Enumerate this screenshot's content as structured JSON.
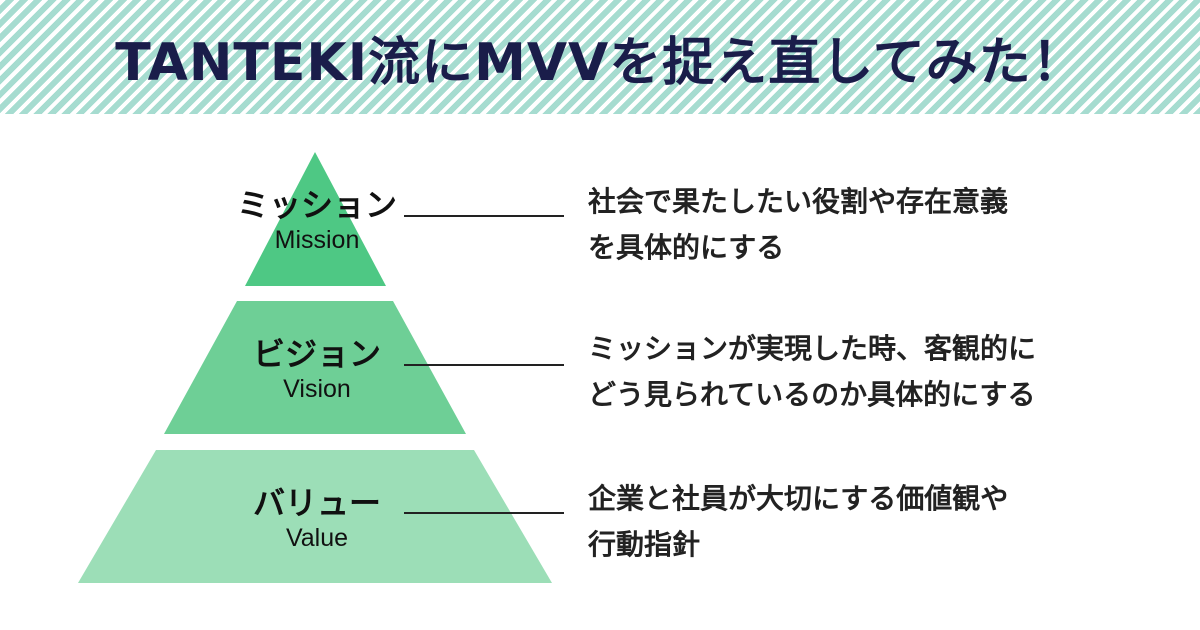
{
  "header": {
    "title": "TANTEKI流にMVVを捉え直してみた！"
  },
  "colors": {
    "stripe": "#a6dcd0",
    "title_text": "#1a1d4a",
    "tier_mission": "#4ec884",
    "tier_vision": "#6ecf96",
    "tier_value": "#9cdeb7"
  },
  "tiers": [
    {
      "ja": "ミッション",
      "en": "Mission",
      "description": [
        "社会で果たしたい役割や存在意義",
        "を具体的にする"
      ]
    },
    {
      "ja": "ビジョン",
      "en": "Vision",
      "description": [
        "ミッションが実現した時、客観的に",
        "どう見られているのか具体的にする"
      ]
    },
    {
      "ja": "バリュー",
      "en": "Value",
      "description": [
        "企業と社員が大切にする価値観や",
        "行動指針"
      ]
    }
  ]
}
